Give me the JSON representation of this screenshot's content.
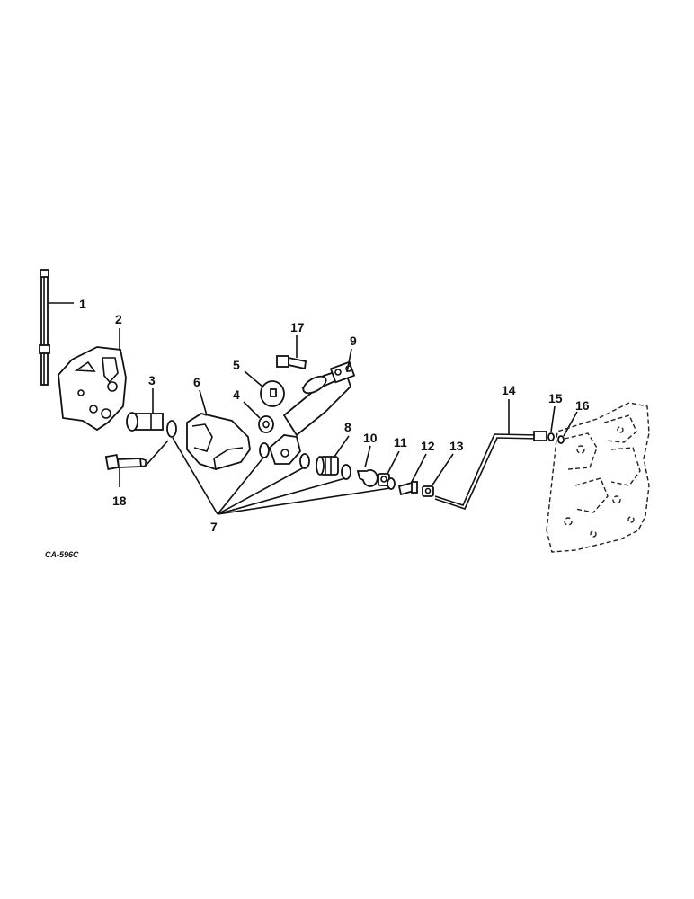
{
  "figure_code": "CA-596C",
  "callouts": [
    {
      "id": "1",
      "label": "1"
    },
    {
      "id": "2",
      "label": "2"
    },
    {
      "id": "3",
      "label": "3"
    },
    {
      "id": "4",
      "label": "4"
    },
    {
      "id": "5",
      "label": "5"
    },
    {
      "id": "6",
      "label": "6"
    },
    {
      "id": "7",
      "label": "7"
    },
    {
      "id": "8",
      "label": "8"
    },
    {
      "id": "9",
      "label": "9"
    },
    {
      "id": "10",
      "label": "10"
    },
    {
      "id": "11",
      "label": "11"
    },
    {
      "id": "12",
      "label": "12"
    },
    {
      "id": "13",
      "label": "13"
    },
    {
      "id": "14",
      "label": "14"
    },
    {
      "id": "15",
      "label": "15"
    },
    {
      "id": "16",
      "label": "16"
    },
    {
      "id": "17",
      "label": "17"
    },
    {
      "id": "18",
      "label": "18"
    }
  ]
}
